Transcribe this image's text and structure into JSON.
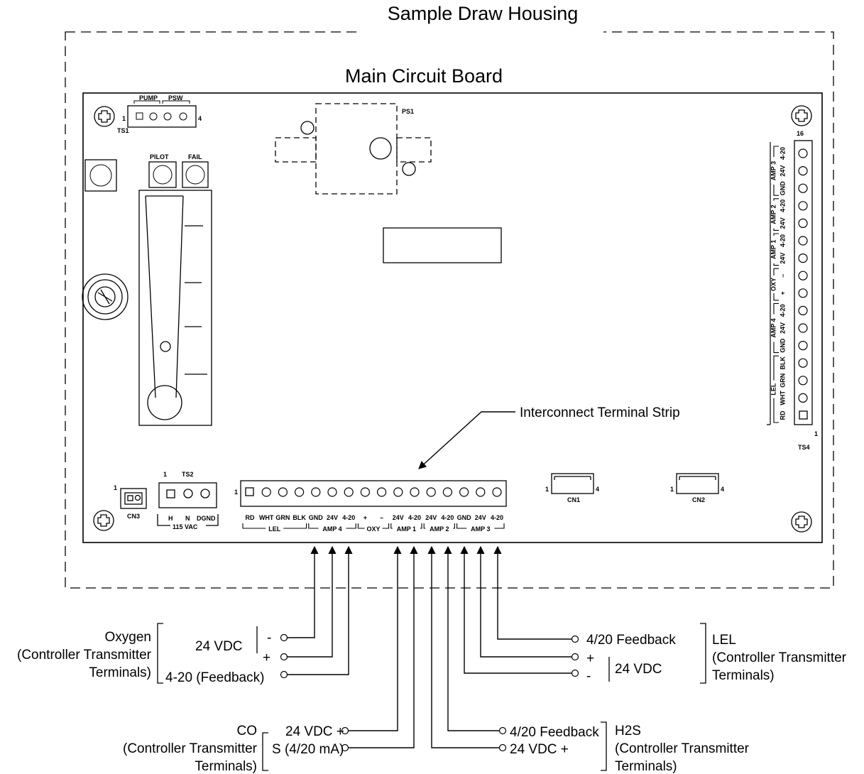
{
  "titles": {
    "housing": "Sample Draw Housing",
    "board": "Main Circuit Board",
    "interconnect": "Interconnect Terminal Strip"
  },
  "board_labels": {
    "pump": "PUMP",
    "psw": "PSW",
    "ts1": "TS1",
    "ts1_pin1": "1",
    "ts1_pin4": "4",
    "ps1": "PS1",
    "pilot": "PILOT",
    "fail": "FAIL",
    "ts2": "TS2",
    "ts2_pin1": "1",
    "ts2_terms": [
      "H",
      "N",
      "DGND"
    ],
    "ts2_voltage": "115 VAC",
    "cn3": "CN3",
    "cn3_pin1": "1",
    "cn1": "CN1",
    "cn2": "CN2",
    "cn_pin1": "1",
    "cn_pin4": "4",
    "strip_pin1": "1",
    "ts4": "TS4",
    "ts4_top": "16",
    "ts4_bottom": "1"
  },
  "strip_terms": [
    "RD",
    "WHT",
    "GRN",
    "BLK",
    "GND",
    "24V",
    "4-20",
    "+",
    "–",
    "24V",
    "4-20",
    "24V",
    "4-20",
    "GND",
    "24V",
    "4-20"
  ],
  "strip_groups": [
    "LEL",
    "AMP 4",
    "OXY",
    "AMP 1",
    "AMP 2",
    "AMP 3"
  ],
  "ts4_terms": [
    "RD",
    "WHT",
    "GRN",
    "BLK",
    "GND",
    "24V",
    "4-20",
    "+",
    "–",
    "24V",
    "4-20",
    "24V",
    "4-20",
    "GND",
    "24V",
    "4-20"
  ],
  "ts4_groups": [
    "LEL",
    "AMP 4",
    "OXY",
    "AMP 1",
    "AMP 2",
    "AMP 3"
  ],
  "oxygen": {
    "name": "Oxygen",
    "sub1": "(Controller Transmitter",
    "sub2": "Terminals)",
    "v24": "24 VDC",
    "minus": "-",
    "plus": "+",
    "feedback": "4-20 (Feedback)"
  },
  "co": {
    "name": "CO",
    "sub1": "(Controller Transmitter",
    "sub2": "Terminals)",
    "t1": "24 VDC +",
    "t2": "S (4/20 mA)"
  },
  "h2s": {
    "name": "H2S",
    "sub1": "(Controller Transmitter",
    "sub2": "Terminals)",
    "t1": "4/20 Feedback",
    "t2": "24 VDC +"
  },
  "lel": {
    "name": "LEL",
    "sub1": "(Controller Transmitter",
    "sub2": "Terminals)",
    "feedback": "4/20 Feedback",
    "plus": "+",
    "minus": "-",
    "v24": "24 VDC"
  }
}
